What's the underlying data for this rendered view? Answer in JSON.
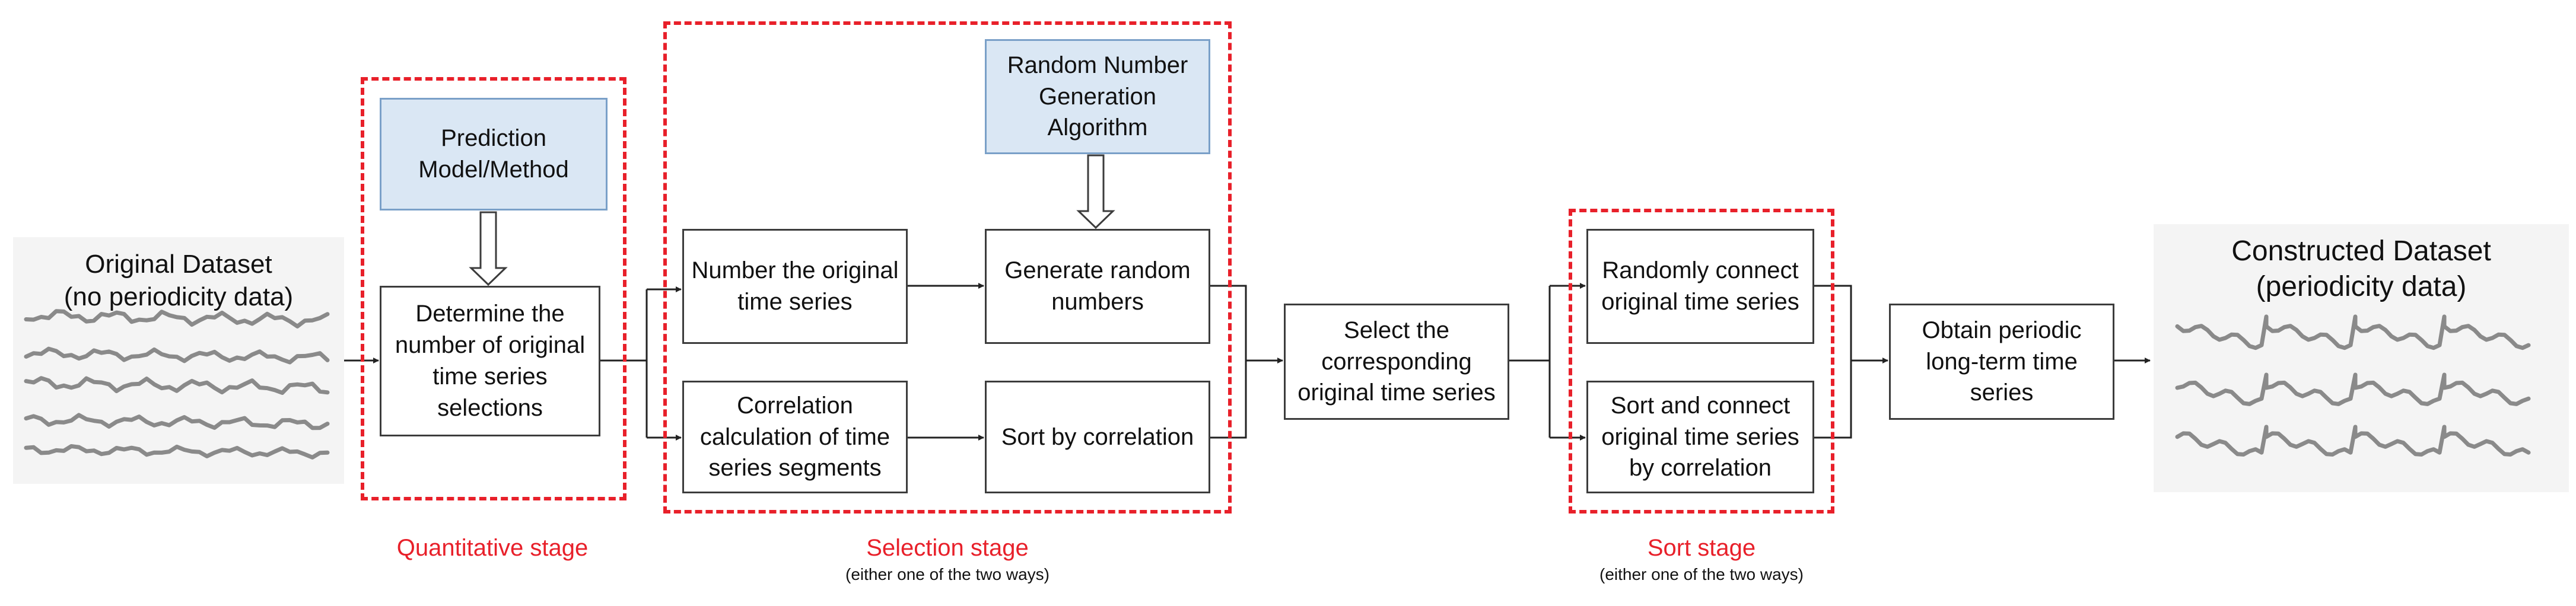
{
  "colors": {
    "stage_border": "#e8202a",
    "blue_box_fill": "#dae7f4",
    "blue_box_border": "#7aa0c8",
    "box_border": "#3c3c3c",
    "panel_fill": "#f4f4f4",
    "series_line": "#8a8a8a"
  },
  "original_dataset": {
    "title_line1": "Original Dataset",
    "title_line2": "(no periodicity data)"
  },
  "constructed_dataset": {
    "title_line1": "Constructed Dataset",
    "title_line2": "(periodicity data)"
  },
  "quantitative_stage": {
    "label": "Quantitative stage",
    "prediction_box": "Prediction Model/Method",
    "determine_box": "Determine the number of original time series selections"
  },
  "selection_stage": {
    "label": "Selection stage",
    "sublabel": "(either one of the two ways)",
    "random_algo_box": "Random Number Generation Algorithm",
    "number_box": "Number the original time series",
    "generate_box": "Generate random numbers",
    "correlation_box": "Correlation calculation of time series segments",
    "sort_corr_box": "Sort by correlation"
  },
  "select_box": "Select the corresponding original time series",
  "sort_stage": {
    "label": "Sort stage",
    "sublabel": "(either one of the two ways)",
    "random_connect_box": "Randomly connect original time series",
    "sort_connect_box": "Sort and connect original time series by correlation"
  },
  "obtain_box": "Obtain periodic long-term time series"
}
